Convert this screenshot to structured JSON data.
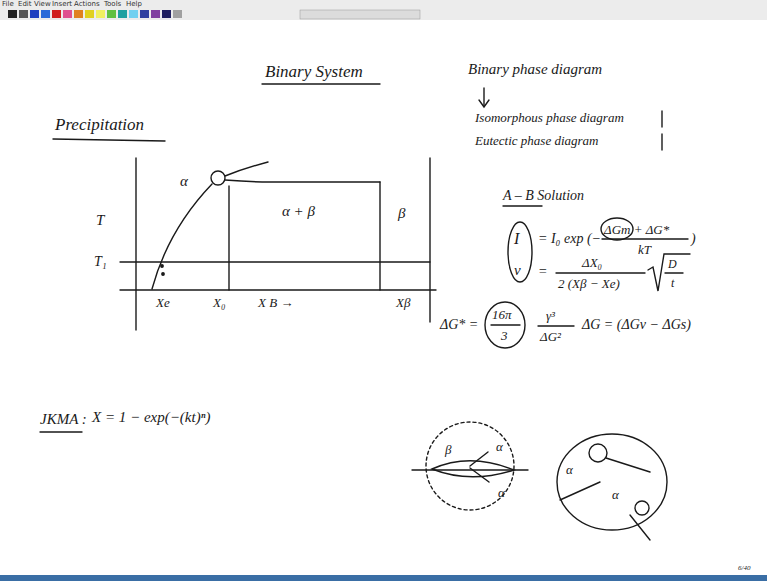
{
  "diagram": {
    "title": "Binary System",
    "labels": [
      "File",
      "Edit",
      "View",
      "Insert",
      "Actions",
      "Tools",
      "Help",
      "Precipitation",
      "Binary phase diagram",
      "Isomorphous phase diagram",
      "Eutectic phase diagram",
      "T",
      "T₁",
      "α",
      "α + β",
      "β",
      "Xe",
      "X₀",
      "X B →",
      "Xβ",
      "JKMA :",
      "X = 1 − exp(−(kt)ⁿ)",
      "A – B  Solution",
      "I",
      "= I₀ exp (−",
      "ΔGm + ΔG*",
      "kT",
      ")",
      "v",
      "=",
      "ΔX₀",
      "2 (Xβ − Xe)",
      "D",
      "t",
      "ΔG* =",
      "16π",
      "3",
      "γ³",
      "ΔG²",
      "ΔG = (ΔGv − ΔGs)",
      "β",
      "α",
      "α",
      "α",
      "α",
      "6/40"
    ]
  }
}
